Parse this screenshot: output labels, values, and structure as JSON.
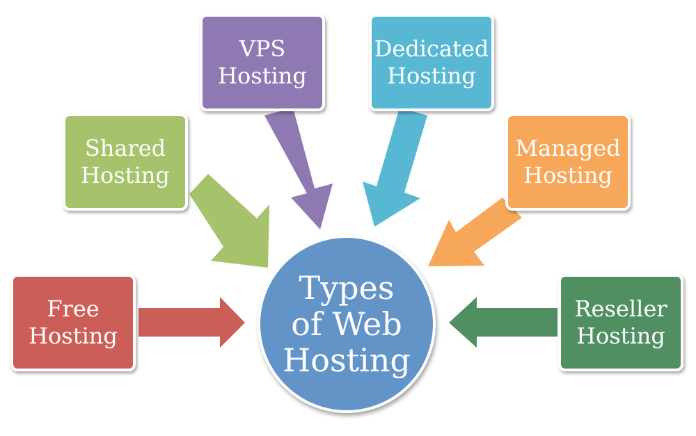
{
  "center": {
    "lines": [
      "Types",
      "of Web",
      "Hosting"
    ],
    "color": "#6394C8"
  },
  "nodes": [
    {
      "id": "free",
      "lines": [
        "Free",
        "Hosting"
      ],
      "color": "#CB5F58"
    },
    {
      "id": "shared",
      "lines": [
        "Shared",
        "Hosting"
      ],
      "color": "#A6C26A"
    },
    {
      "id": "vps",
      "lines": [
        "VPS",
        "Hosting"
      ],
      "color": "#8E79B2"
    },
    {
      "id": "dedicated",
      "lines": [
        "Dedicated",
        "Hosting"
      ],
      "color": "#58B8D4"
    },
    {
      "id": "managed",
      "lines": [
        "Managed",
        "Hosting"
      ],
      "color": "#F7A75A"
    },
    {
      "id": "reseller",
      "lines": [
        "Reseller",
        "Hosting"
      ],
      "color": "#4F8F61"
    }
  ]
}
